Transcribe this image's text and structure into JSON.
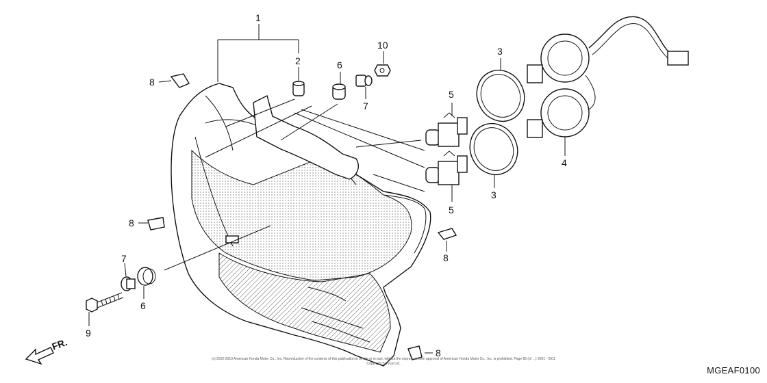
{
  "diagram": {
    "callouts": [
      {
        "id": "c1",
        "text": "1"
      },
      {
        "id": "c2",
        "text": "2"
      },
      {
        "id": "c3a",
        "text": "3"
      },
      {
        "id": "c3b",
        "text": "3"
      },
      {
        "id": "c4",
        "text": "4"
      },
      {
        "id": "c5a",
        "text": "5"
      },
      {
        "id": "c5b",
        "text": "5"
      },
      {
        "id": "c6a",
        "text": "6"
      },
      {
        "id": "c6b",
        "text": "6"
      },
      {
        "id": "c7a",
        "text": "7"
      },
      {
        "id": "c7b",
        "text": "7"
      },
      {
        "id": "c8a",
        "text": "8"
      },
      {
        "id": "c8b",
        "text": "8"
      },
      {
        "id": "c8c",
        "text": "8"
      },
      {
        "id": "c8d",
        "text": "8"
      },
      {
        "id": "c9",
        "text": "9"
      },
      {
        "id": "c10",
        "text": "10"
      }
    ],
    "front_indicator": "FR.",
    "diagram_code": "MGEAF0100",
    "copyright": "(c) 2002-2010 American Honda Motor Co., Inc. Reproduction of the contents of this publication in whole or in part, without the express written approval of American Honda Motor Co., Inc. is prohibited. Page 85 (of ...) 2001 - 2011 Copyright Service Ltd."
  }
}
